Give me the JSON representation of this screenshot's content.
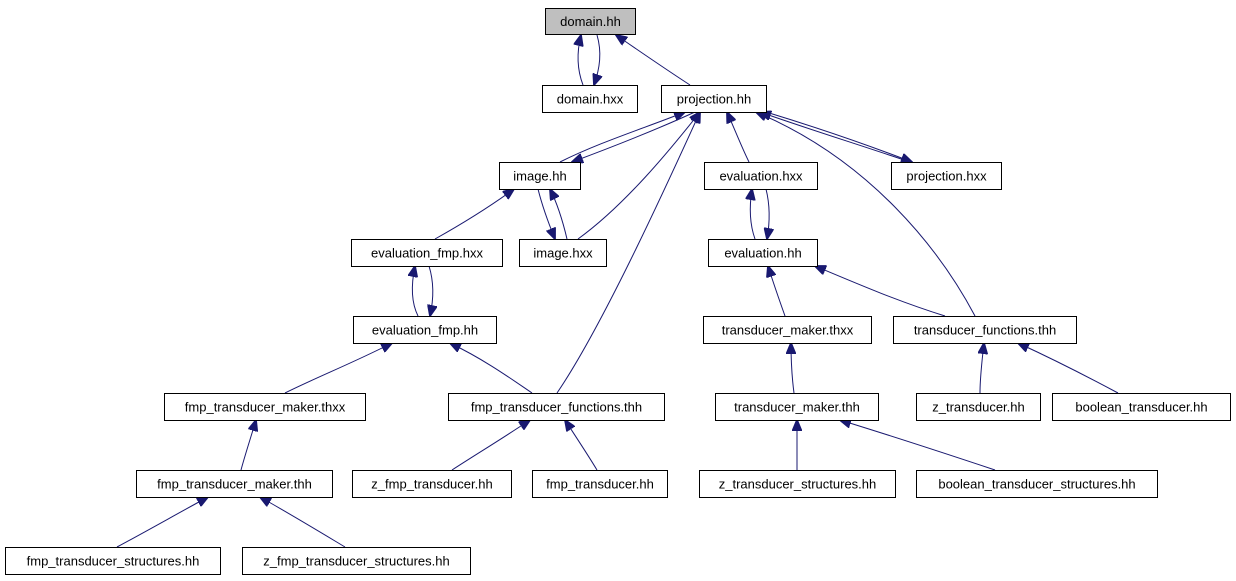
{
  "diagram": {
    "colors": {
      "edge": "#191970",
      "root_fill": "#bfbfbf",
      "node_fill": "#ffffff",
      "border": "#000000"
    },
    "nodes": [
      {
        "id": "domain_hh",
        "label": "domain.hh",
        "root": true
      },
      {
        "id": "domain_hxx",
        "label": "domain.hxx"
      },
      {
        "id": "projection_hh",
        "label": "projection.hh"
      },
      {
        "id": "image_hh",
        "label": "image.hh"
      },
      {
        "id": "evaluation_hxx",
        "label": "evaluation.hxx"
      },
      {
        "id": "projection_hxx",
        "label": "projection.hxx"
      },
      {
        "id": "evaluation_fmp_hxx",
        "label": "evaluation_fmp.hxx"
      },
      {
        "id": "image_hxx",
        "label": "image.hxx"
      },
      {
        "id": "evaluation_hh",
        "label": "evaluation.hh"
      },
      {
        "id": "evaluation_fmp_hh",
        "label": "evaluation_fmp.hh"
      },
      {
        "id": "transducer_maker_thxx",
        "label": "transducer_maker.thxx"
      },
      {
        "id": "transducer_functions_thh",
        "label": "transducer_functions.thh"
      },
      {
        "id": "fmp_transducer_maker_thxx",
        "label": "fmp_transducer_maker.thxx"
      },
      {
        "id": "fmp_transducer_functions_thh",
        "label": "fmp_transducer_functions.thh"
      },
      {
        "id": "transducer_maker_thh",
        "label": "transducer_maker.thh"
      },
      {
        "id": "z_transducer_hh",
        "label": "z_transducer.hh"
      },
      {
        "id": "boolean_transducer_hh",
        "label": "boolean_transducer.hh"
      },
      {
        "id": "fmp_transducer_maker_thh",
        "label": "fmp_transducer_maker.thh"
      },
      {
        "id": "z_fmp_transducer_hh",
        "label": "z_fmp_transducer.hh"
      },
      {
        "id": "fmp_transducer_hh",
        "label": "fmp_transducer.hh"
      },
      {
        "id": "z_transducer_structures_hh",
        "label": "z_transducer_structures.hh"
      },
      {
        "id": "boolean_transducer_structures_hh",
        "label": "boolean_transducer_structures.hh"
      },
      {
        "id": "fmp_transducer_structures_hh",
        "label": "fmp_transducer_structures.hh"
      },
      {
        "id": "z_fmp_transducer_structures_hh",
        "label": "z_fmp_transducer_structures.hh"
      }
    ],
    "edges": [
      {
        "from": "domain_hxx",
        "to": "domain_hh"
      },
      {
        "from": "domain_hh",
        "to": "domain_hxx"
      },
      {
        "from": "projection_hh",
        "to": "domain_hh"
      },
      {
        "from": "image_hh",
        "to": "projection_hh"
      },
      {
        "from": "projection_hh",
        "to": "image_hh"
      },
      {
        "from": "image_hxx",
        "to": "projection_hh"
      },
      {
        "from": "fmp_transducer_functions_thh",
        "to": "projection_hh"
      },
      {
        "from": "evaluation_hxx",
        "to": "projection_hh"
      },
      {
        "from": "projection_hxx",
        "to": "projection_hh"
      },
      {
        "from": "projection_hh",
        "to": "projection_hxx"
      },
      {
        "from": "transducer_functions_thh",
        "to": "projection_hh"
      },
      {
        "from": "evaluation_fmp_hxx",
        "to": "image_hh"
      },
      {
        "from": "image_hh",
        "to": "image_hxx"
      },
      {
        "from": "image_hxx",
        "to": "image_hh"
      },
      {
        "from": "evaluation_hh",
        "to": "evaluation_hxx"
      },
      {
        "from": "evaluation_hxx",
        "to": "evaluation_hh"
      },
      {
        "from": "evaluation_fmp_hh",
        "to": "evaluation_fmp_hxx"
      },
      {
        "from": "evaluation_fmp_hxx",
        "to": "evaluation_fmp_hh"
      },
      {
        "from": "transducer_maker_thxx",
        "to": "evaluation_hh"
      },
      {
        "from": "transducer_functions_thh",
        "to": "evaluation_hh"
      },
      {
        "from": "fmp_transducer_maker_thxx",
        "to": "evaluation_fmp_hh"
      },
      {
        "from": "fmp_transducer_functions_thh",
        "to": "evaluation_fmp_hh"
      },
      {
        "from": "transducer_maker_thh",
        "to": "transducer_maker_thxx"
      },
      {
        "from": "z_transducer_hh",
        "to": "transducer_functions_thh"
      },
      {
        "from": "boolean_transducer_hh",
        "to": "transducer_functions_thh"
      },
      {
        "from": "fmp_transducer_maker_thh",
        "to": "fmp_transducer_maker_thxx"
      },
      {
        "from": "z_fmp_transducer_hh",
        "to": "fmp_transducer_functions_thh"
      },
      {
        "from": "fmp_transducer_hh",
        "to": "fmp_transducer_functions_thh"
      },
      {
        "from": "z_transducer_structures_hh",
        "to": "transducer_maker_thh"
      },
      {
        "from": "boolean_transducer_structures_hh",
        "to": "transducer_maker_thh"
      },
      {
        "from": "fmp_transducer_structures_hh",
        "to": "fmp_transducer_maker_thh"
      },
      {
        "from": "z_fmp_transducer_structures_hh",
        "to": "fmp_transducer_maker_thh"
      }
    ]
  }
}
